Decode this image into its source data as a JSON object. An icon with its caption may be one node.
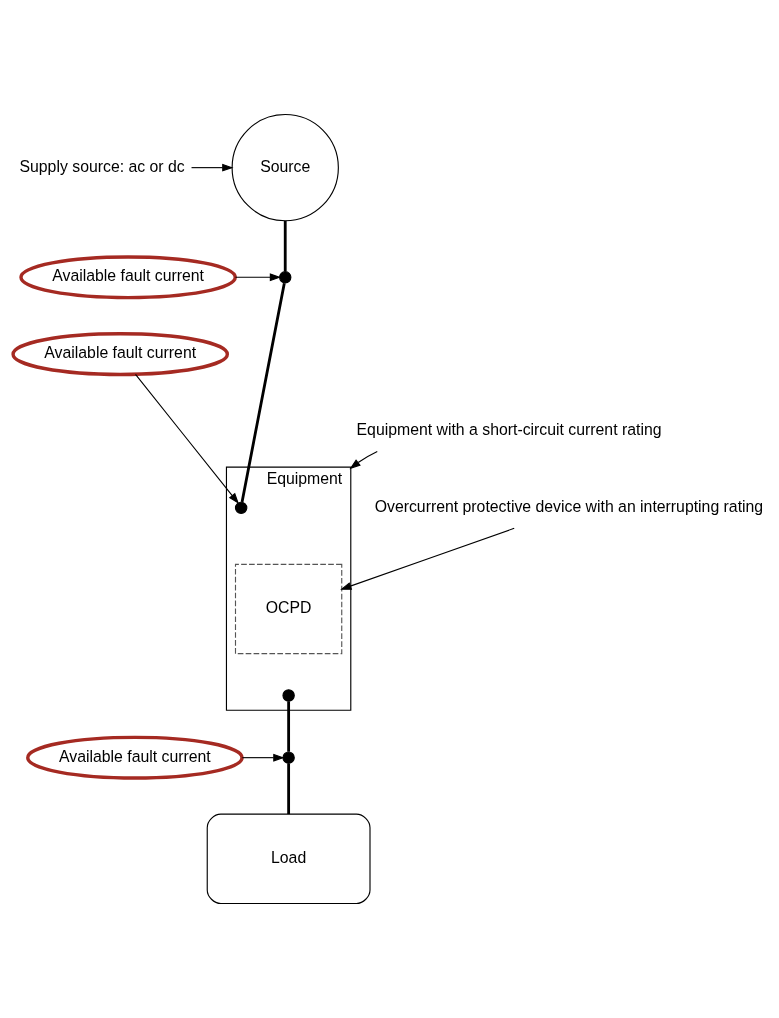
{
  "diagram": {
    "nodes": [
      {
        "text": [
          "Source"
        ]
      },
      {
        "text": [
          "Supply source: ac or dc"
        ]
      },
      {
        "text": [
          "Available fault current"
        ]
      },
      {
        "text": [],
        "shape": "circle"
      },
      {
        "text": [
          "Available fault current"
        ]
      },
      {
        "text": [
          "Equipment"
        ]
      },
      {
        "text": [
          "OCPD"
        ],
        "in": 5
      },
      {
        "text": [],
        "shape": "circle",
        "in": 5
      },
      {
        "text": [],
        "shape": "circle",
        "in": 5
      },
      {
        "text": [
          "Equipment with a short-circuit current rating"
        ]
      },
      {
        "text": [
          "Overcurrent protective device with an interrupting rating"
        ]
      },
      {
        "text": [
          "Available fault current"
        ]
      },
      {
        "text": [],
        "shape": "circle"
      },
      {
        "text": [
          "Load"
        ]
      }
    ],
    "edges": [
      {
        "from": 1,
        "to": 0,
        "arrow": "to"
      },
      {
        "from": 2,
        "to": 3,
        "arrow": "to"
      },
      {
        "from": 0,
        "to": 3,
        "arrow": "none",
        "style": "thick"
      },
      {
        "from": 3,
        "to": 7,
        "arrow": "none",
        "style": "thick"
      },
      {
        "from": 4,
        "to": 7,
        "arrow": "to"
      },
      {
        "from": 9,
        "to": 5,
        "arrow": "to"
      },
      {
        "from": 10,
        "to": 6,
        "arrow": "to"
      },
      {
        "from": 8,
        "to": 12,
        "arrow": "none",
        "style": "thick"
      },
      {
        "from": 11,
        "to": 12,
        "arrow": "to"
      },
      {
        "from": 12,
        "to": 13,
        "arrow": "none",
        "style": "thick"
      }
    ]
  }
}
